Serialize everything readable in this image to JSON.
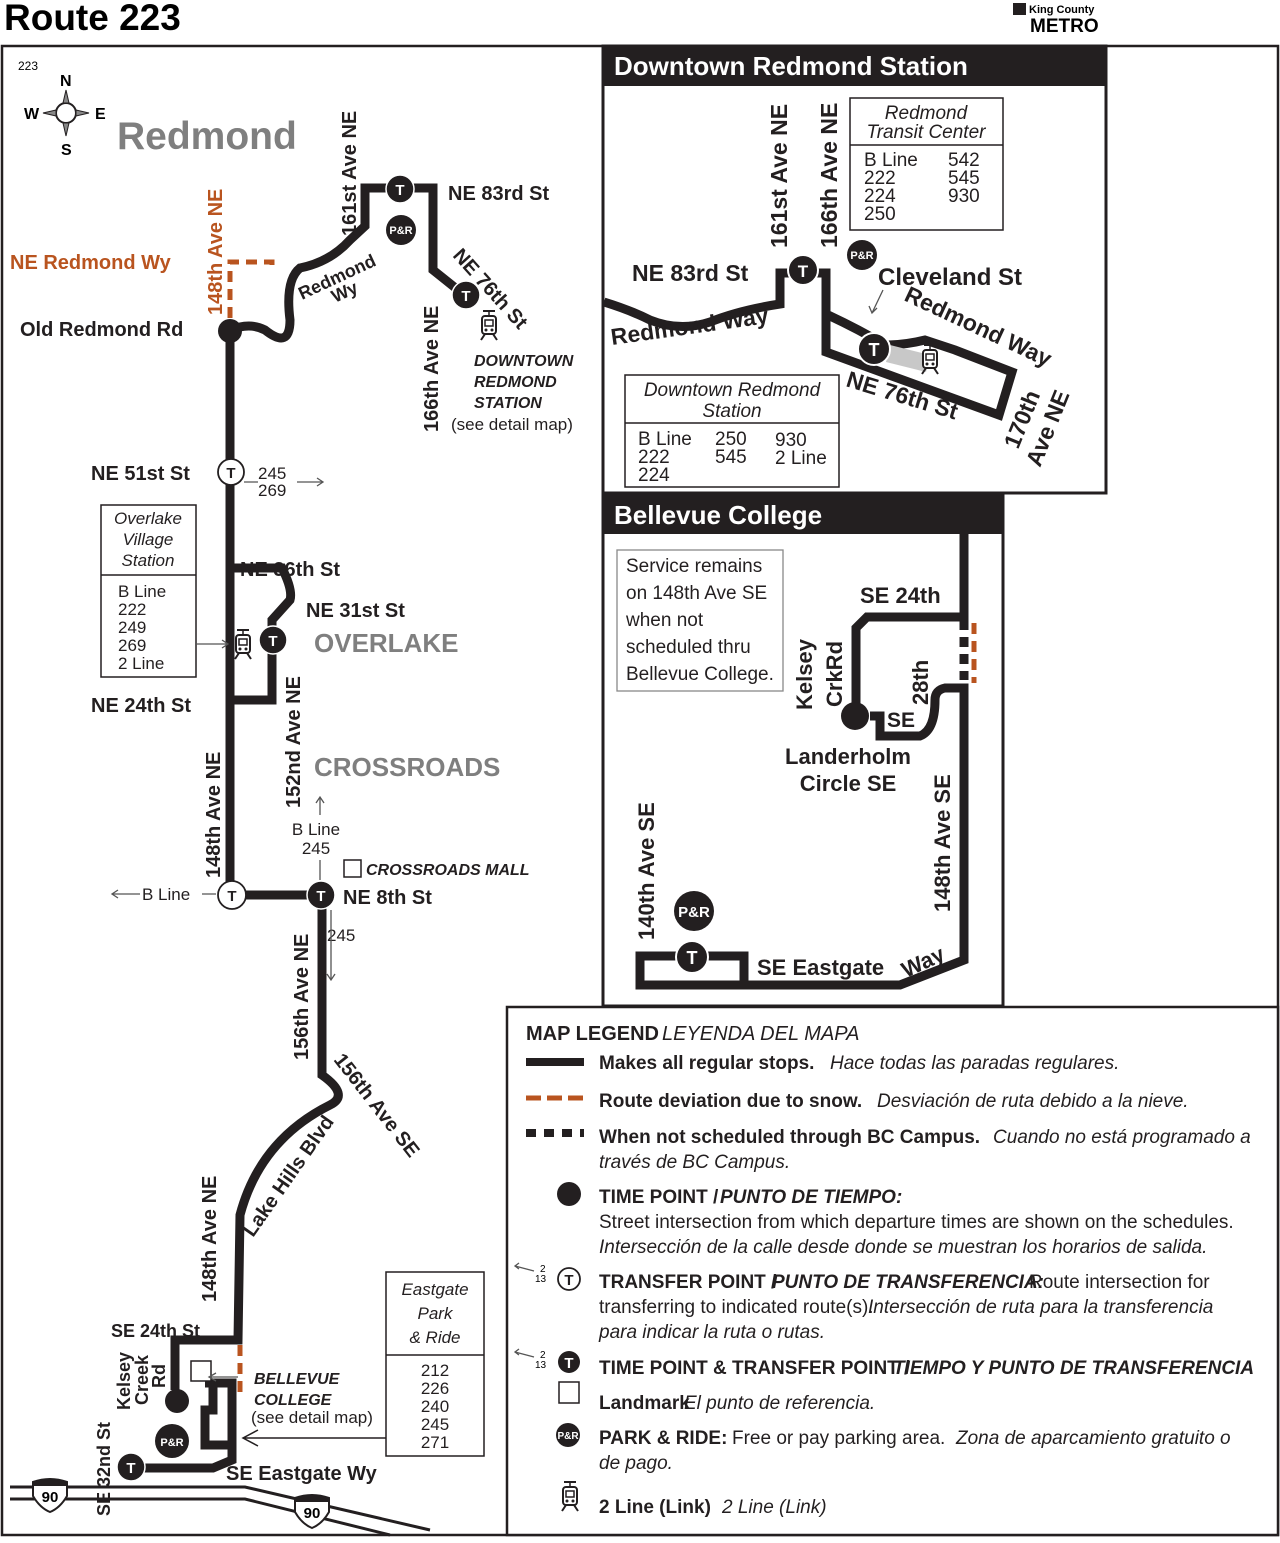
{
  "header": {
    "title": "Route 223",
    "agency_line1": "King County",
    "agency_line2": "METRO"
  },
  "main_map": {
    "route_number": "223",
    "compass": {
      "n": "N",
      "s": "S",
      "e": "E",
      "w": "W"
    },
    "areas": {
      "redmond": "Redmond",
      "overlake": "OVERLAKE",
      "crossroads": "CROSSROADS"
    },
    "streets": {
      "ne_redmond_wy": "NE Redmond Wy",
      "ave_148_north": "148th Ave NE",
      "old_redmond_rd": "Old Redmond Rd",
      "ave_161": "161st Ave NE",
      "redmond_wy_1": "Redmond",
      "redmond_wy_2": "Wy",
      "ne_83rd": "NE 83rd St",
      "ne_76th": "NE 76th St",
      "ave_166": "166th Ave NE",
      "ne_51st": "NE 51st St",
      "ne_36th": "NE 36th St",
      "ne_31st": "NE 31st St",
      "ne_24th": "NE 24th St",
      "ave_152": "152nd Ave NE",
      "ave_148_mid": "148th Ave NE",
      "ne_8th": "NE 8th St",
      "ave_156_ne": "156th Ave NE",
      "ave_156_se": "156th Ave SE",
      "lake_hills": "Lake Hills Blvd",
      "ave_148_south": "148th Ave NE",
      "se_24th": "SE 24th St",
      "kelsey_1": "Kelsey",
      "kelsey_2": "Creek",
      "kelsey_3": "Rd",
      "se_32nd": "SE 32nd St",
      "se_eastgate": "SE Eastgate  Wy",
      "i90": "90"
    },
    "transfers": {
      "ne51_routes": [
        "245",
        "269"
      ],
      "bline_west": "B Line",
      "ne8_north": [
        "B Line",
        "245"
      ],
      "ne8_south": "245"
    },
    "downtown_station_label": [
      "DOWNTOWN",
      "REDMOND",
      "STATION"
    ],
    "see_detail": "(see detail map)",
    "landmarks": {
      "crossroads_mall": "CROSSROADS MALL",
      "bellevue_college": [
        "BELLEVUE",
        "COLLEGE"
      ]
    },
    "overlake_box": {
      "title": [
        "Overlake",
        "Village",
        "Station"
      ],
      "routes": [
        "B Line",
        "222",
        "249",
        "269",
        "2 Line"
      ]
    },
    "eastgate_box": {
      "title": [
        "Eastgate",
        "Park",
        "& Ride"
      ],
      "routes": [
        "212",
        "226",
        "240",
        "245",
        "271"
      ]
    },
    "icons": {
      "park_ride": "P&R",
      "transfer": "T"
    }
  },
  "downtown_inset": {
    "title": "Downtown Redmond Station",
    "streets": {
      "ave_161": "161st Ave NE",
      "ave_166": "166th Ave NE",
      "ne_83rd": "NE 83rd St",
      "cleveland": "Cleveland St",
      "redmond_way_w": "Redmond Way",
      "redmond_way_e": "Redmond Way",
      "ne_76th": "NE 76th St",
      "ave_170_1": "170th",
      "ave_170_2": "Ave NE"
    },
    "transit_center_box": {
      "title": [
        "Redmond",
        "Transit Center"
      ],
      "routes_col1": [
        "B Line",
        "222",
        "224",
        "250"
      ],
      "routes_col2": [
        "542",
        "545",
        "930"
      ]
    },
    "station_box": {
      "title": [
        "Downtown Redmond",
        "Station"
      ],
      "routes_col1": [
        "B Line",
        "222",
        "224"
      ],
      "routes_col2": [
        "250",
        "545"
      ],
      "routes_col3": [
        "930",
        "2 Line"
      ]
    }
  },
  "bellevue_inset": {
    "title": "Bellevue College",
    "note": [
      "Service remains",
      "on 148th Ave SE",
      "when not",
      "scheduled thru",
      "Bellevue College."
    ],
    "streets": {
      "se_24th": "SE 24th",
      "kelsey_1": "Kelsey",
      "kelsey_2": "CrkRd",
      "se_28th_1": "28th",
      "se_28th_2": "SE",
      "landerholm_1": "Landerholm",
      "landerholm_2": "Circle SE",
      "ave_148": "148th Ave SE",
      "ave_140": "140th Ave SE",
      "eastgate_1": "SE Eastgate",
      "eastgate_2": "Way"
    }
  },
  "legend": {
    "title": "MAP LEGEND",
    "title_es": "LEYENDA DEL MAPA",
    "items": [
      {
        "bold": "Makes all regular stops.",
        "es": "Hace todas las paradas regulares."
      },
      {
        "bold": "Route deviation due to snow.",
        "es": "Desviación de ruta debido a la nieve."
      },
      {
        "bold": "When not scheduled through BC Campus.",
        "es": "Cuando no está programado a",
        "es2": "través de BC Campus."
      },
      {
        "bold": "TIME POINT / ",
        "bold_es": "PUNTO DE TIEMPO:",
        "desc": "Street intersection from which departure times are shown on the schedules.",
        "es": "Intersección de la calle desde donde se muestran los horarios de salida."
      },
      {
        "bold": "TRANSFER POINT / ",
        "bold_es": "PUNTO DE TRANSFERENCIA:",
        "desc": "Route intersection for",
        "desc2": "transferring to indicated route(s).",
        "es": "Intersección de ruta para la transferencia",
        "es2": "para indicar la ruta o rutas."
      },
      {
        "bold": "TIME POINT & TRANSFER POINT / ",
        "bold_es": "TIEMPO Y PUNTO DE TRANSFERENCIA"
      },
      {
        "bold": "Landmark",
        "es": "El punto de referencia."
      },
      {
        "bold": "PARK & RIDE:",
        "desc": "Free or pay parking area.",
        "es": "Zona de aparcamiento gratuito o",
        "es2": "de pago."
      },
      {
        "bold": "2 Line (Link)",
        "es": "2 Line (Link)"
      }
    ],
    "sample_routes": [
      "2",
      "13"
    ]
  },
  "colors": {
    "route": "#231f20",
    "snow_deviation": "#b9541f",
    "area_label": "#7f7f7f",
    "station_platform": "#c8c8c8"
  }
}
